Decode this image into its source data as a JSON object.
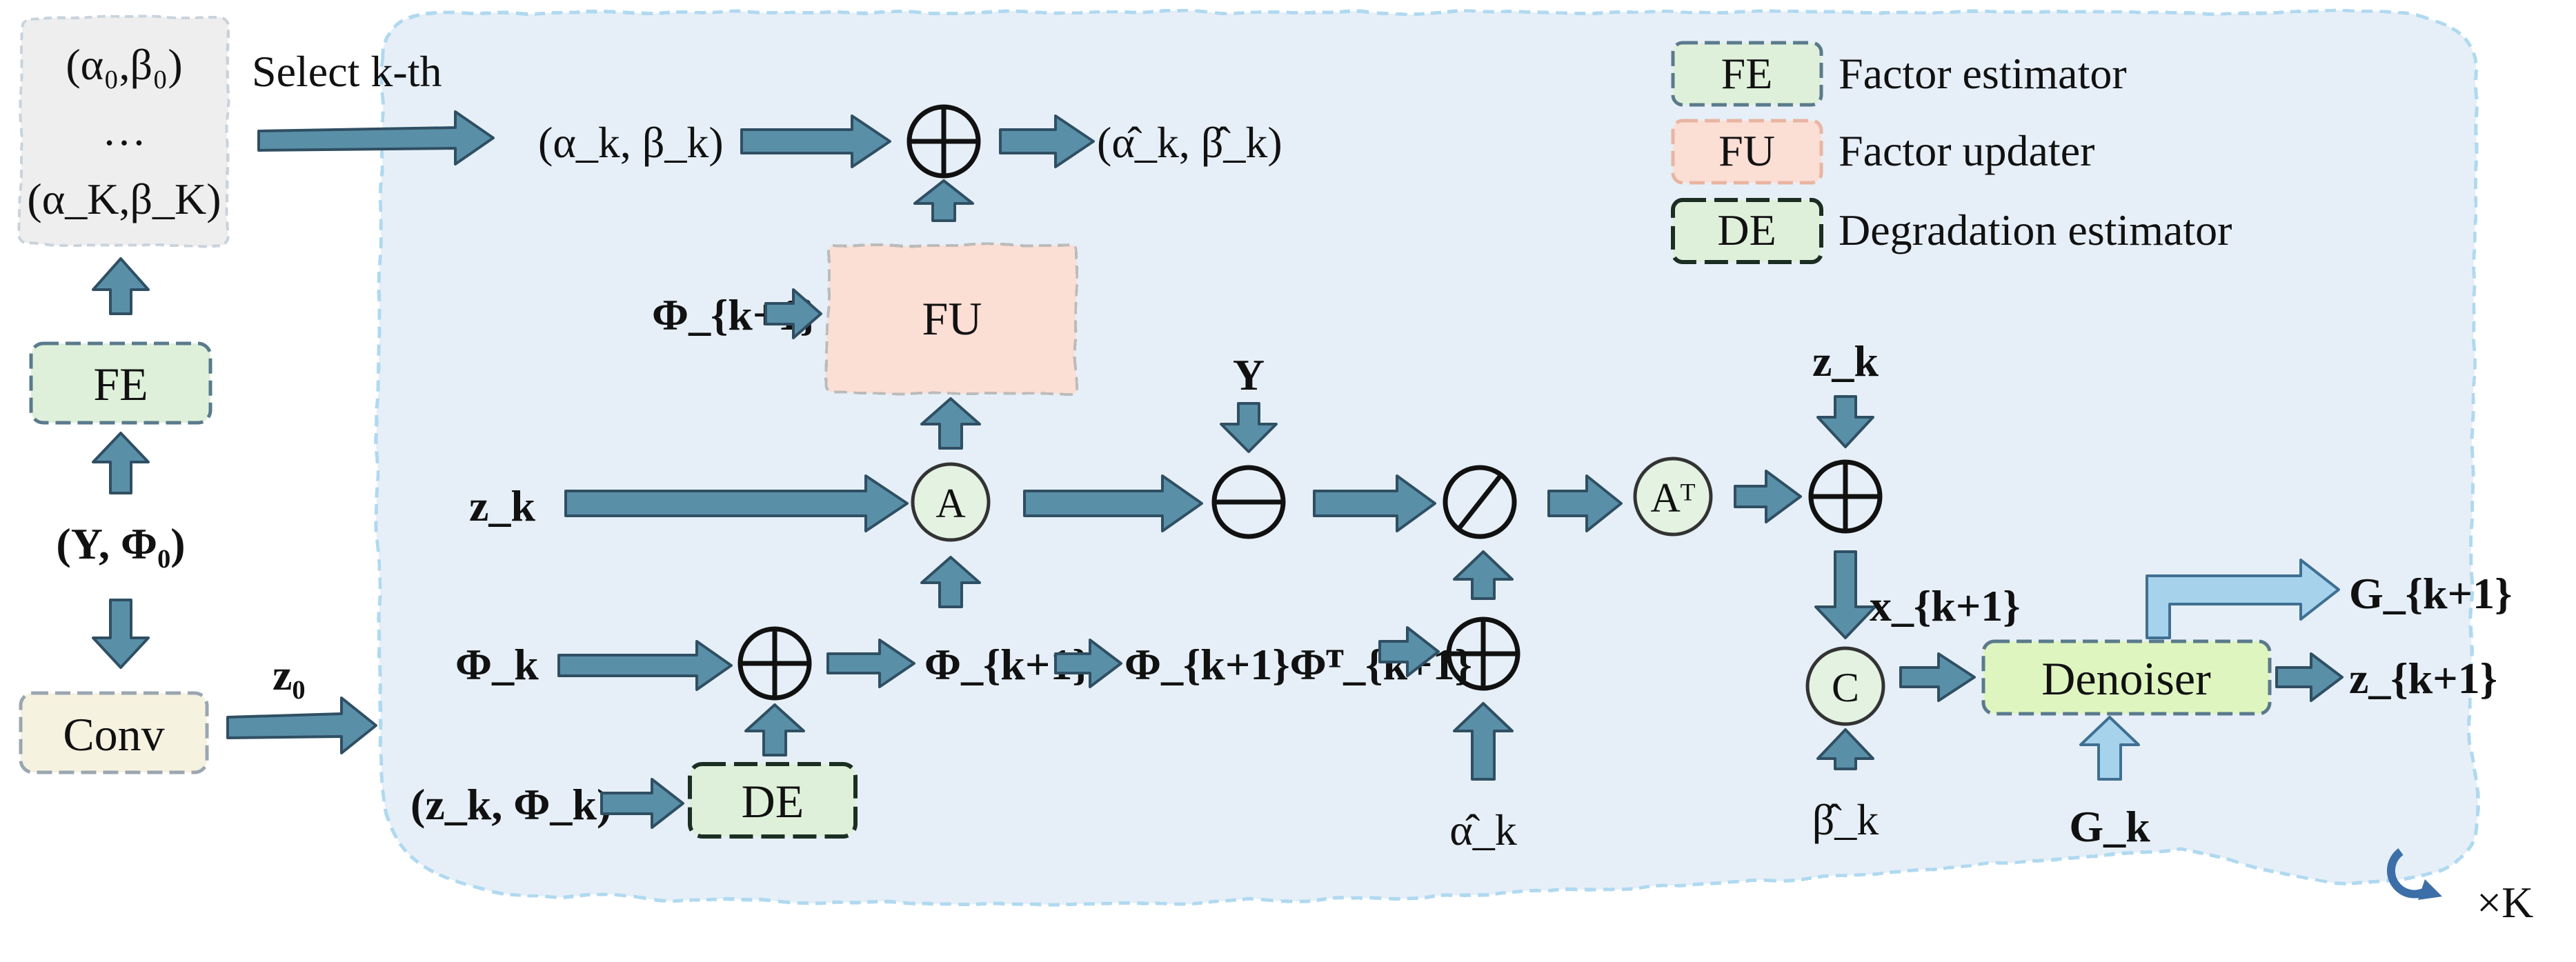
{
  "region_label": "×K",
  "legend": [
    {
      "tag": "FE",
      "text": "Factor estimator"
    },
    {
      "tag": "FU",
      "text": "Factor updater"
    },
    {
      "tag": "DE",
      "text": "Degradation estimator"
    }
  ],
  "left": {
    "stack_top": "(α₀,β₀)",
    "stack_dots": "…",
    "stack_bottom": "(α_K,β_K)",
    "fe": "FE",
    "input": "(Y, Φ₀)",
    "conv": "Conv",
    "z0": "z₀",
    "select": "Select k-th"
  },
  "main": {
    "ab_k": "(α_k, β_k)",
    "ab_hat": "(α̂_k, β̂_k)",
    "fu": "FU",
    "phi_k1_fu": "Φ_{k+1}",
    "y": "Y",
    "z_k_left": "z_k",
    "a": "A",
    "a_t": "Aᵀ",
    "z_k_top": "z_k",
    "phi_k": "Φ_k",
    "phi_k1": "Φ_{k+1}",
    "phi_prod": "Φ_{k+1}Φᵀ_{k+1}",
    "de_input": "(z_k, Φ_k)",
    "de": "DE",
    "alpha_hat": "α̂_k",
    "x_k1": "x_{k+1}",
    "c": "C",
    "beta_hat": "β̂_k",
    "denoiser": "Denoiser",
    "g_k1": "G_{k+1}",
    "z_k1": "z_{k+1}",
    "g_k": "G_k"
  }
}
